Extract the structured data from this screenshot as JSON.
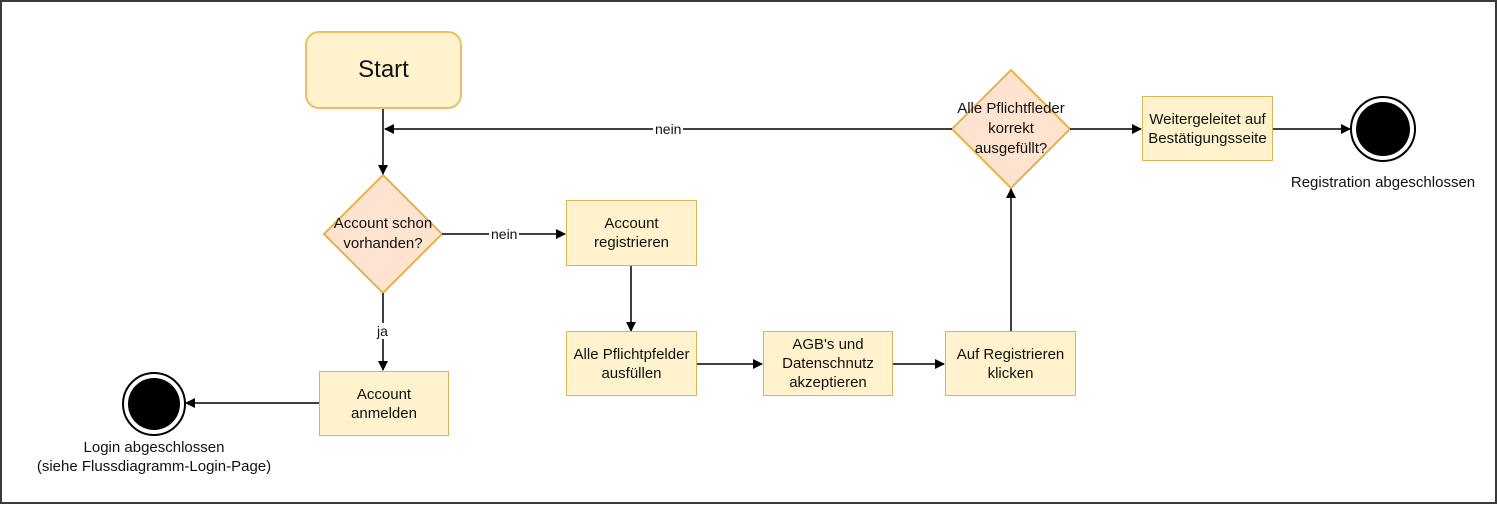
{
  "nodes": {
    "start": "Start",
    "decision_account": [
      "Account schon",
      "vorhanden?"
    ],
    "account_anmelden": [
      "Account",
      "anmelden"
    ],
    "account_registrieren": [
      "Account",
      "registrieren"
    ],
    "pflichtfelder_ausfuellen": [
      "Alle Pflichtpfelder",
      "ausfüllen"
    ],
    "agb_datenschutz": [
      "AGB's und",
      "Datenschnutz",
      "akzeptieren"
    ],
    "auf_registrieren": [
      "Auf Registrieren",
      "klicken"
    ],
    "decision_pflichtfelder": [
      "Alle Pflichtfleder",
      "korrekt",
      "ausgefüllt?"
    ],
    "weitergeleitet": [
      "Weitergeleitet auf",
      "Bestätigungsseite"
    ]
  },
  "end_states": {
    "login": [
      "Login abgeschlossen",
      "(siehe Flussdiagramm-Login-Page)"
    ],
    "registration": "Registration abgeschlossen"
  },
  "edge_labels": {
    "nein_registration": "nein",
    "ja_login": "ja",
    "nein_retry": "nein"
  },
  "colors": {
    "process_fill": "#fff2cc",
    "process_stroke": "#d6b656",
    "decision_fill": "#fde3d0",
    "decision_stroke": "#e8b04a",
    "line": "#000000"
  }
}
